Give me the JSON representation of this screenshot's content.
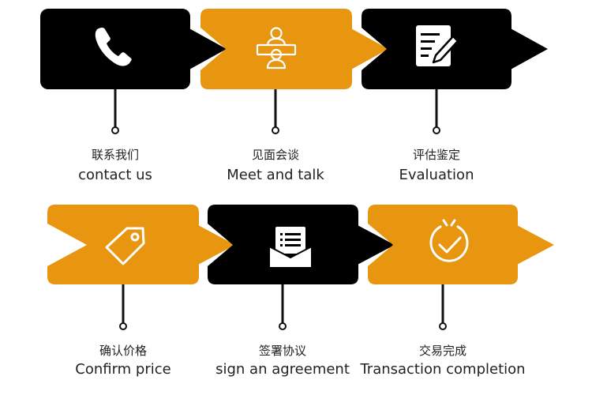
{
  "colors": {
    "black": "#000000",
    "orange": "#E8960F",
    "white": "#FFFFFF",
    "line": "#111111"
  },
  "steps": [
    {
      "cn": "联系我们",
      "en": "contact us",
      "color": "black",
      "icon": "phone-icon"
    },
    {
      "cn": "见面会谈",
      "en": "Meet and talk",
      "color": "orange",
      "icon": "meeting-icon"
    },
    {
      "cn": "评估鉴定",
      "en": "Evaluation",
      "color": "black",
      "icon": "document-edit-icon"
    },
    {
      "cn": "确认价格",
      "en": "Confirm price",
      "color": "orange",
      "icon": "price-tag-icon"
    },
    {
      "cn": "签署协议",
      "en": "sign an agreement",
      "color": "black",
      "icon": "agreement-envelope-icon"
    },
    {
      "cn": "交易完成",
      "en": "Transaction completion",
      "color": "orange",
      "icon": "check-complete-icon"
    }
  ]
}
